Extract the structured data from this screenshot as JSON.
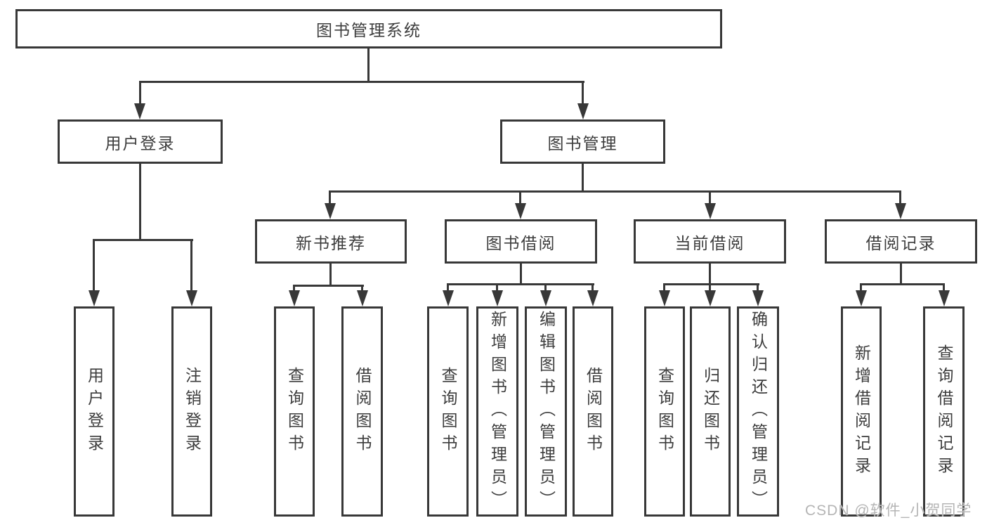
{
  "diagram_type": "hierarchy-tree",
  "tree": {
    "label": "图书管理系统",
    "children": [
      {
        "label": "用户登录",
        "children": [
          {
            "label": "用户登录"
          },
          {
            "label": "注销登录"
          }
        ]
      },
      {
        "label": "图书管理",
        "children": [
          {
            "label": "新书推荐",
            "children": [
              {
                "label": "查询图书"
              },
              {
                "label": "借阅图书"
              }
            ]
          },
          {
            "label": "图书借阅",
            "children": [
              {
                "label": "查询图书"
              },
              {
                "label": "新增图书（管理员）"
              },
              {
                "label": "编辑图书（管理员）"
              },
              {
                "label": "借阅图书"
              }
            ]
          },
          {
            "label": "当前借阅",
            "children": [
              {
                "label": "查询图书"
              },
              {
                "label": "归还图书"
              },
              {
                "label": "确认归还（管理员）"
              }
            ]
          },
          {
            "label": "借阅记录",
            "children": [
              {
                "label": "新增借阅记录"
              },
              {
                "label": "查询借阅记录"
              }
            ]
          }
        ]
      }
    ]
  },
  "watermark": "CSDN @软件_小贺同学",
  "colors": {
    "line": "#383838",
    "text": "#3d3d3d",
    "box_background": "#ffffff",
    "watermark": "#b5b5b5"
  }
}
